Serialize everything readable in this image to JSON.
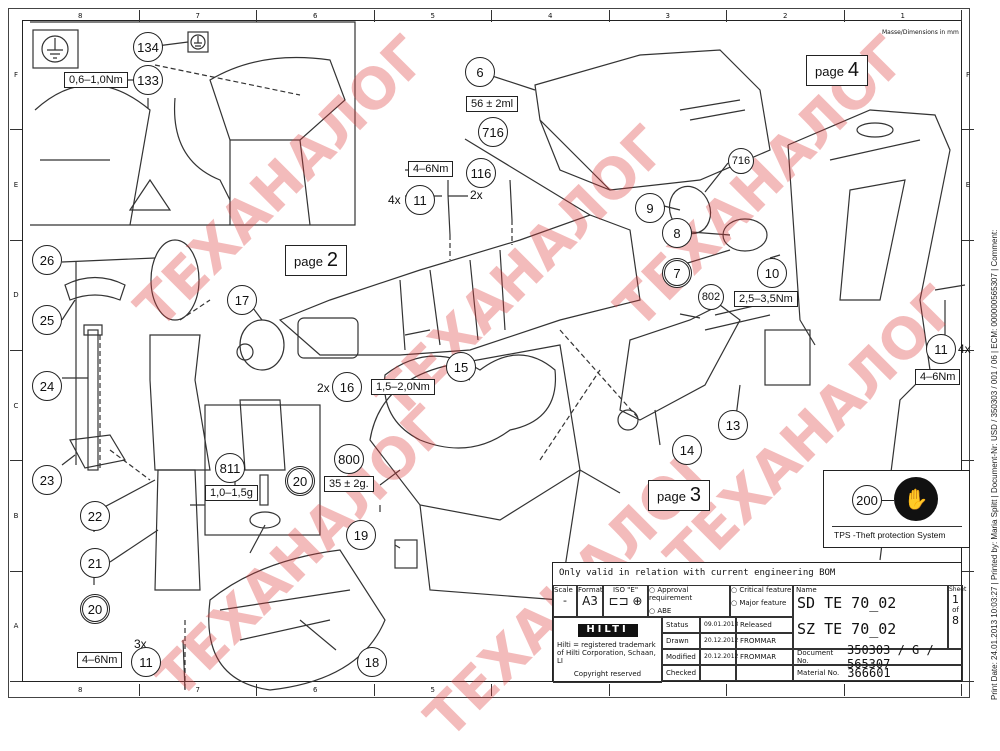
{
  "drawing": {
    "dimensions_note": "Masse/Dimensions in mm",
    "zones_horizontal": [
      "8",
      "7",
      "6",
      "5",
      "4",
      "3",
      "2",
      "1"
    ],
    "zones_vertical": [
      "F",
      "E",
      "D",
      "C",
      "B",
      "A"
    ],
    "side_print": "Print Date: 24.01.2013 10:03:27 | Printed by: Maria Splitt | Document-Nr: USD / 350303 / 001 / 06 | ECM: 000000565307 | Comment:",
    "watermark": "ТЕХАНАЛОГ"
  },
  "parts": {
    "p134": "134",
    "p133": "133",
    "p133_torque": "0,6–1,0Nm",
    "p6": "6",
    "p716_top": "716",
    "p716_amount": "56 ± 2ml",
    "p116": "116",
    "p116_qty": "2x",
    "p11_top": "11",
    "p11_top_qty": "4x",
    "p11_top_torque": "4–6Nm",
    "p716_right": "716",
    "p9": "9",
    "p8": "8",
    "p7": "7",
    "p10": "10",
    "p10_torque": "2,5–3,5Nm",
    "p802": "802",
    "p11_right": "11",
    "p11_right_qty": "4x",
    "p11_right_torque": "4–6Nm",
    "p26": "26",
    "p25": "25",
    "p24": "24",
    "p23": "23",
    "p22": "22",
    "p21": "21",
    "p20_left": "20",
    "p17": "17",
    "p16": "16",
    "p16_qty": "2x",
    "p16_torque": "1,5–2,0Nm",
    "p15": "15",
    "p14": "14",
    "p13": "13",
    "p811": "811",
    "p811_amount": "1,0–1,5g",
    "p20_inset": "20",
    "p800": "800",
    "p800_amount": "35 ± 2g.",
    "p19": "19",
    "p18": "18",
    "p11_bottom": "11",
    "p11_bottom_qty": "3x",
    "p11_bottom_torque": "4–6Nm",
    "p200": "200"
  },
  "page_refs": {
    "page2_label": "page",
    "page2_num": "2",
    "page3_label": "page",
    "page3_num": "3",
    "page4_label": "page",
    "page4_num": "4"
  },
  "tps": {
    "caption": "TPS -Theft protection System",
    "badge": "STOP! TPS"
  },
  "title_block": {
    "validity_note": "Only valid in relation with current engineering BOM",
    "scale_label": "Scale",
    "scale_value": "-",
    "format_label": "Format",
    "format_value": "A3",
    "iso_label": "ISO \"E\"",
    "approval_requirement": "Approval requirement",
    "abe": "ABE",
    "critical_feature": "Critical feature",
    "major_feature": "Major feature",
    "name_label": "Name",
    "name_line1": "SD TE 70_02",
    "name_line2": "SZ TE 70_02",
    "sheet_label": "Sheet",
    "sheet_num": "1",
    "sheet_of": "of",
    "sheet_total": "8",
    "logo": "HILTI",
    "trademark_line1": "Hilti = registered trademark",
    "trademark_line2": "of Hilti Corporation, Schaan, LI",
    "copyright": "Copyright reserved",
    "status_label": "Status",
    "status_date": "09.01.2013",
    "status_value": "Released",
    "drawn_label": "Drawn",
    "drawn_date": "20.12.2012",
    "drawn_by": "FROMMAR",
    "modified_label": "Modified",
    "modified_date": "20.12.2012",
    "modified_by": "FROMMAR",
    "checked_label": "Checked",
    "document_label": "Document No.",
    "document_value": "350303 / G / 565307",
    "material_label": "Material No.",
    "material_value": "366601"
  }
}
